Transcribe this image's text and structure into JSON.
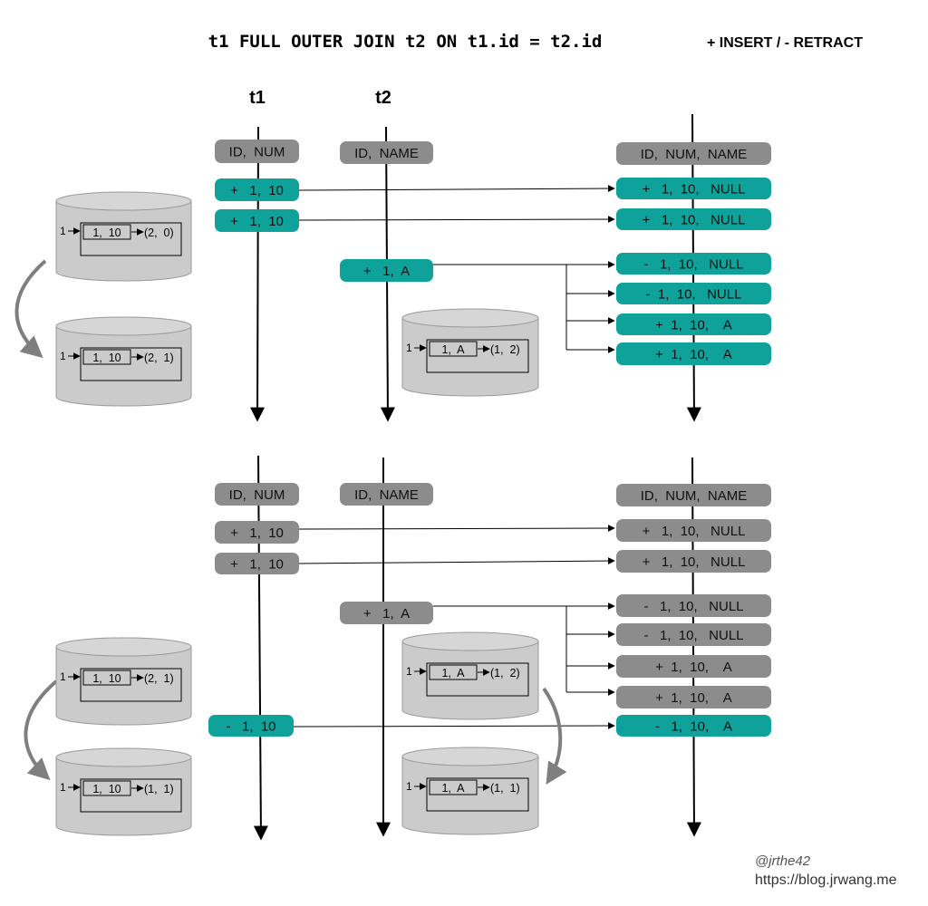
{
  "title": "t1 FULL OUTER JOIN t2 ON t1.id = t2.id",
  "legend": "+ INSERT / - RETRACT",
  "column_labels": {
    "t1": "t1",
    "t2": "t2"
  },
  "headers": {
    "t1": "ID,  NUM",
    "t2": "ID,  NAME",
    "out": "ID,  NUM,  NAME"
  },
  "colors": {
    "teal": "#0fa29b",
    "gray": "#8c8c8c",
    "header": "#8c8c8c",
    "store_fill": "#cbcbcb",
    "arrow": "#000000",
    "curve": "#7f7f7f"
  },
  "top": {
    "t1_records": [
      "+   1,  10",
      "+   1,  10"
    ],
    "t2_records": [
      "+   1,  A"
    ],
    "out_records": [
      "+   1,  10,   NULL",
      "+   1,  10,   NULL",
      "-   1,  10,   NULL",
      "-  1,  10,   NULL",
      "+  1,  10,    A",
      "+  1,  10,    A"
    ],
    "stores": [
      {
        "key": "1",
        "row": "1,  10",
        "count": "(2,  0)"
      },
      {
        "key": "1",
        "row": "1,  10",
        "count": "(2,  1)"
      },
      {
        "key": "1",
        "row": "1,  A",
        "count": "(1,  2)"
      }
    ]
  },
  "bottom": {
    "t1_records": [
      "+   1,  10",
      "+   1,  10",
      "-   1,  10"
    ],
    "t2_records": [
      "+   1,  A"
    ],
    "out_records": [
      "+   1,  10,   NULL",
      "+   1,  10,   NULL",
      "-   1,  10,   NULL",
      "-   1,  10,   NULL",
      "+  1,  10,    A",
      "+  1,  10,    A",
      "-   1,  10,    A"
    ],
    "stores": [
      {
        "key": "1",
        "row": "1,  10",
        "count": "(2,  1)"
      },
      {
        "key": "1",
        "row": "1,  10",
        "count": "(1,  1)"
      },
      {
        "key": "1",
        "row": "1,  A",
        "count": "(1,  2)"
      },
      {
        "key": "1",
        "row": "1,  A",
        "count": "(1,  1)"
      }
    ]
  },
  "credit": {
    "handle": "@jrthe42",
    "url": "https://blog.jrwang.me"
  }
}
